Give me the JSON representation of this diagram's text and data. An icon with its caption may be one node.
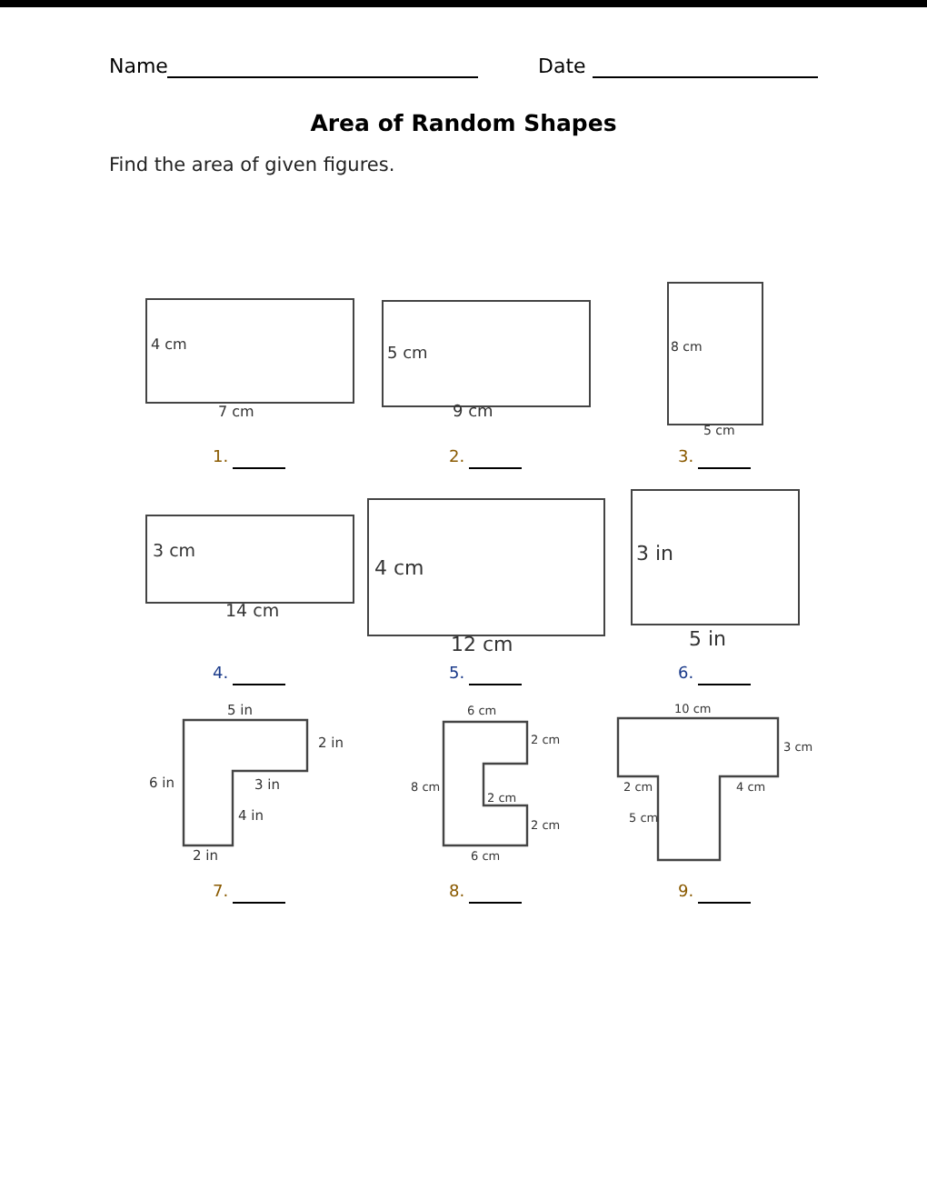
{
  "diagram": {
    "title": "Area of Random Shapes",
    "nodes": [
      {
        "text": [
          "4 cm"
        ],
        "beside": [
          "7 cm"
        ]
      },
      {
        "text": [
          "5 cm"
        ],
        "beside": [
          "9 cm"
        ]
      },
      {
        "text": [
          "8 cm"
        ],
        "beside": [
          "5 cm"
        ]
      },
      {
        "text": [
          "3 cm"
        ],
        "beside": [
          "14 cm"
        ]
      },
      {
        "text": [
          "4 cm"
        ],
        "beside": [
          "12 cm"
        ]
      },
      {
        "text": [
          "3 in"
        ],
        "beside": [
          "5 in"
        ]
      },
      {
        "text": [],
        "shape": "polygon",
        "beside": [
          "5 in",
          "2 in",
          "6 in",
          "3 in",
          "4 in",
          "2 in"
        ]
      },
      {
        "text": [],
        "shape": "polygon",
        "beside": [
          "6 cm",
          "2 cm",
          "8 cm",
          "2 cm",
          "2 cm",
          "6 cm"
        ]
      },
      {
        "text": [],
        "shape": "polygon",
        "beside": [
          "10 cm",
          "3 cm",
          "2 cm",
          "4 cm",
          "5 cm"
        ]
      }
    ],
    "labels": [
      "Name",
      "Date",
      "Find the area of given figures.",
      "1.",
      "2.",
      "3.",
      "4.",
      "5.",
      "6.",
      "7.",
      "8.",
      "9."
    ]
  }
}
